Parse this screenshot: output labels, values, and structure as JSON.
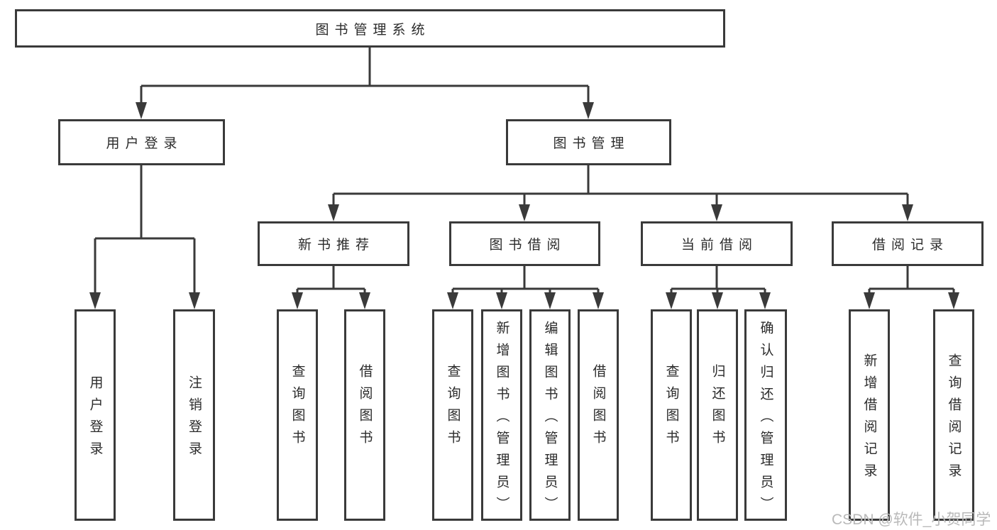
{
  "diagram": {
    "root": {
      "label": "图书管理系统"
    },
    "level1": [
      {
        "label": "用户登录",
        "children": [
          {
            "label": "用户登录"
          },
          {
            "label": "注销登录"
          }
        ]
      },
      {
        "label": "图书管理",
        "children": [
          {
            "label": "新书推荐",
            "children": [
              {
                "label": "查询图书"
              },
              {
                "label": "借阅图书"
              }
            ]
          },
          {
            "label": "图书借阅",
            "children": [
              {
                "label": "查询图书"
              },
              {
                "label": "新增图书（管理员）"
              },
              {
                "label": "编辑图书（管理员）"
              },
              {
                "label": "借阅图书"
              }
            ]
          },
          {
            "label": "当前借阅",
            "children": [
              {
                "label": "查询图书"
              },
              {
                "label": "归还图书"
              },
              {
                "label": "确认归还（管理员）"
              }
            ]
          },
          {
            "label": "借阅记录",
            "children": [
              {
                "label": "新增借阅记录"
              },
              {
                "label": "查询借阅记录"
              }
            ]
          }
        ]
      }
    ]
  },
  "watermark": {
    "text": "CSDN @软件_小贺同学"
  },
  "colors": {
    "line": "#3a3a3a",
    "text": "#2b2b2b",
    "watermark": "#b9b9b9",
    "bg": "#ffffff"
  }
}
